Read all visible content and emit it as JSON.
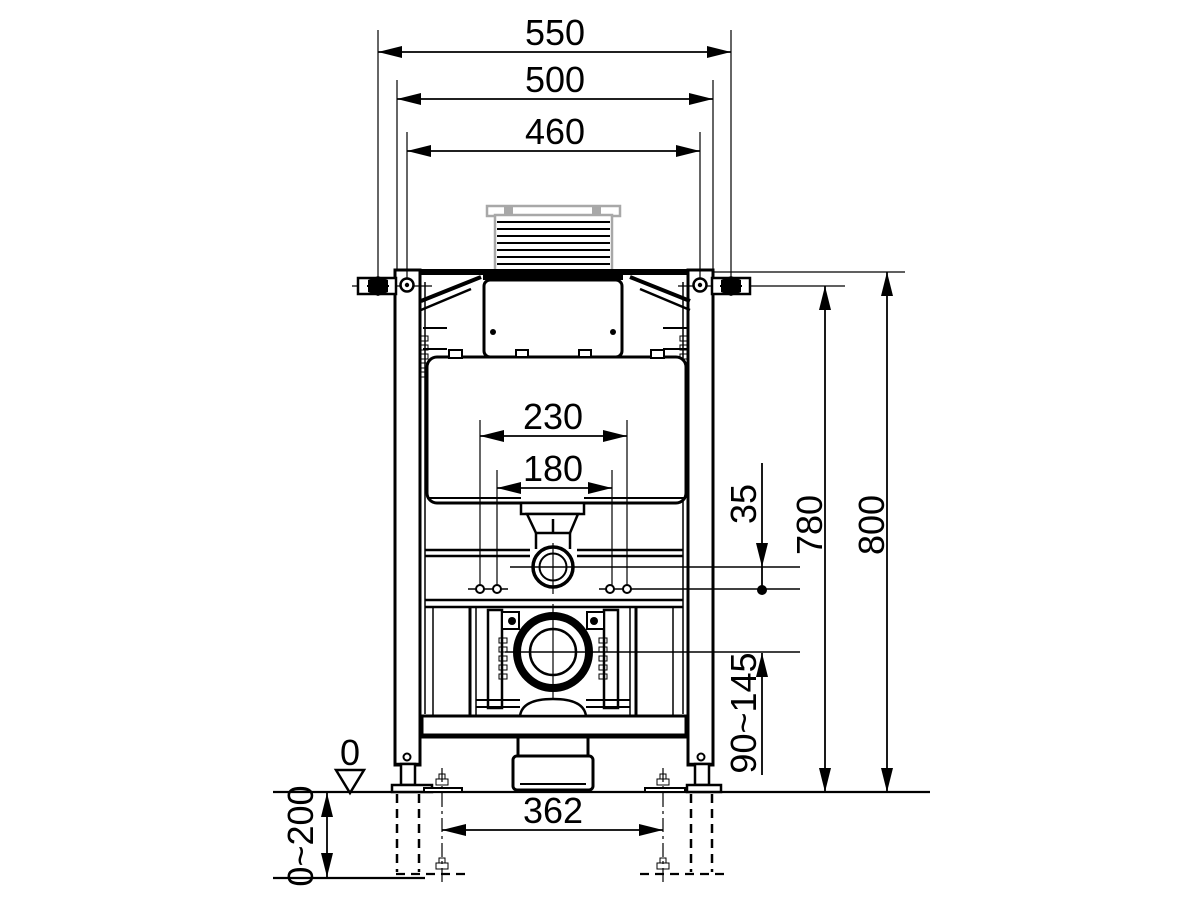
{
  "dimensions": {
    "d550": "550",
    "d500": "500",
    "d460": "460",
    "d230": "230",
    "d180": "180",
    "d35": "35",
    "d780": "780",
    "d800": "800",
    "d90_145": "90~145",
    "d362": "362",
    "datum_zero": "0",
    "d0_200": "0~200"
  },
  "colors": {
    "line": "#000000",
    "background": "#ffffff",
    "actuator_box": "#a8a8a8"
  }
}
